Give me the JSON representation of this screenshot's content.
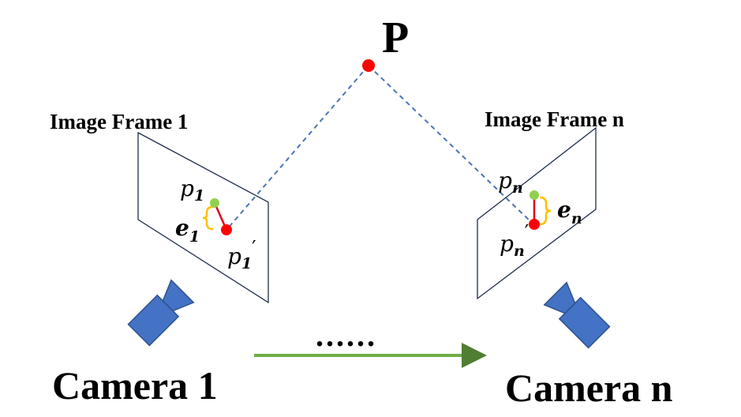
{
  "point": {
    "label": "P"
  },
  "frame1": {
    "title": "Image Frame 1",
    "observed": {
      "base": "p",
      "sub": "1"
    },
    "projected": {
      "base": "p",
      "sub": "1",
      "prime": "′"
    },
    "error": {
      "base": "e",
      "sub": "1"
    }
  },
  "frameN": {
    "title": "Image Frame n",
    "observed": {
      "base": "p",
      "sub": "n"
    },
    "projected": {
      "base": "p",
      "sub": "n",
      "prime": "′"
    },
    "error": {
      "base": "e",
      "sub": "n"
    }
  },
  "camera1": {
    "label": "Camera 1"
  },
  "cameraN": {
    "label": "Camera n"
  },
  "sequence": {
    "ellipsis": "......"
  },
  "colors": {
    "point": "#ff0000",
    "observed": "#92d050",
    "error_line": "#e0001a",
    "error_brace": "#ffc000",
    "ray": "#4a75b5",
    "frame": "#1f2d4d",
    "camera": "#4472c4",
    "camera_stroke": "#2f528f",
    "arrow": "#70ad47",
    "arrow_stroke": "#507e32",
    "text": "#000000"
  },
  "icons": [
    "camera-icon",
    "arrow-right-icon"
  ]
}
